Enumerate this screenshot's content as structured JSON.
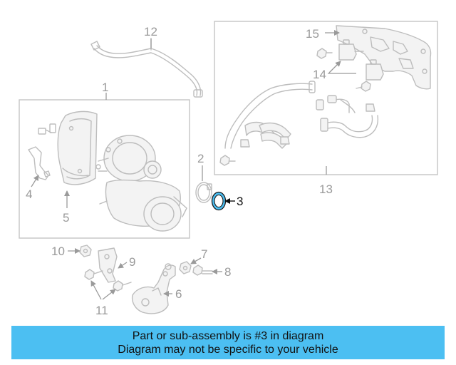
{
  "diagram": {
    "highlighted_part": "3",
    "highlight_color": "#4cbff2",
    "callouts": {
      "c1": "1",
      "c2": "2",
      "c3": "3",
      "c4": "4",
      "c5": "5",
      "c6": "6",
      "c7": "7",
      "c8": "8",
      "c9": "9",
      "c10": "10",
      "c11": "11",
      "c12": "12",
      "c13": "13",
      "c14": "14",
      "c15": "15"
    }
  },
  "banner": {
    "line1": "Part or sub-assembly is #3 in diagram",
    "line2": "Diagram may not be specific to your vehicle",
    "color": "#4cbff2"
  }
}
